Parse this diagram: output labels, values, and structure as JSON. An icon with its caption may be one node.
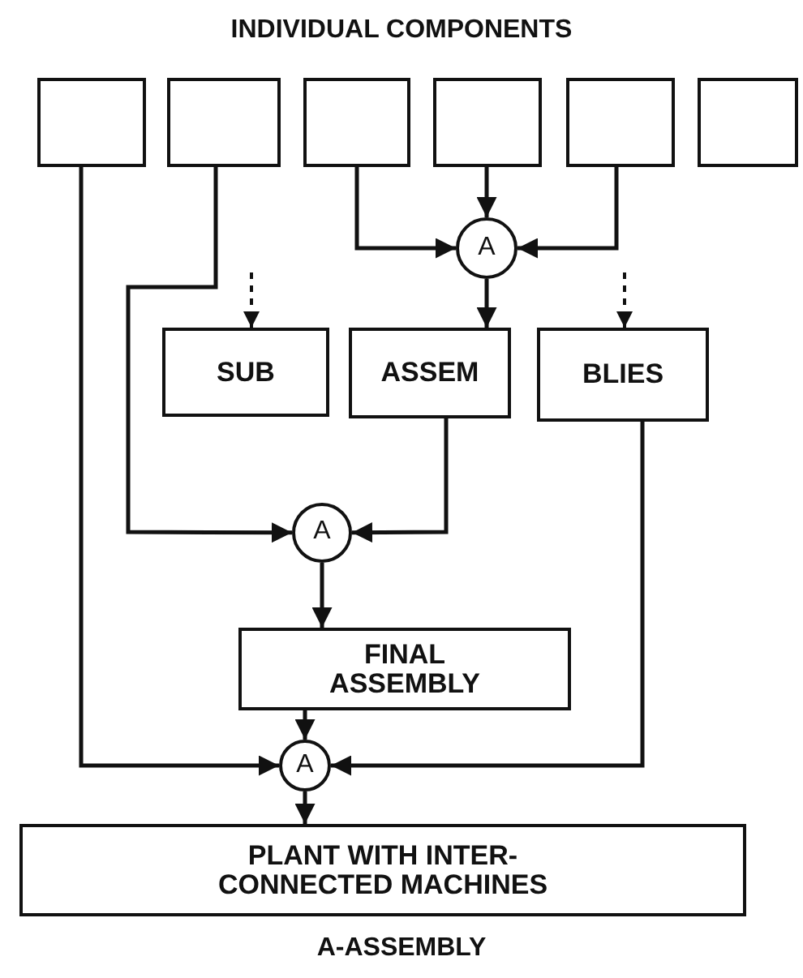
{
  "diagram": {
    "title": "INDIVIDUAL COMPONENTS",
    "caption": "A-ASSEMBLY",
    "nodes": [
      {
        "text": [],
        "shape": "box"
      },
      {
        "text": [],
        "shape": "box"
      },
      {
        "text": [],
        "shape": "box"
      },
      {
        "text": [],
        "shape": "box"
      },
      {
        "text": [],
        "shape": "box"
      },
      {
        "text": [],
        "shape": "box"
      },
      {
        "text": [
          "A"
        ]
      },
      {
        "text": [
          "SUB"
        ]
      },
      {
        "text": [
          "ASSEM"
        ]
      },
      {
        "text": [
          "BLIES"
        ]
      },
      {
        "text": [
          "A"
        ]
      },
      {
        "text": [
          "FINAL ASSEMBLY"
        ]
      },
      {
        "text": [
          "A"
        ]
      },
      {
        "text": [
          "PLANT WITH INTER- CONNECTED MACHINES"
        ]
      }
    ],
    "edges": [
      {
        "from": 2,
        "to": 6,
        "arrow": "to"
      },
      {
        "from": 3,
        "to": 6,
        "arrow": "to"
      },
      {
        "from": 4,
        "to": 6,
        "arrow": "to"
      },
      {
        "from": 6,
        "to": 8,
        "arrow": "to"
      },
      {
        "from": null,
        "to": 7,
        "arrow": "to",
        "style": "dashed"
      },
      {
        "from": null,
        "to": 9,
        "arrow": "to",
        "style": "dashed"
      },
      {
        "from": 1,
        "to": 10,
        "arrow": "to"
      },
      {
        "from": 8,
        "to": 10,
        "arrow": "to"
      },
      {
        "from": 10,
        "to": 11,
        "arrow": "to"
      },
      {
        "from": 0,
        "to": 12,
        "arrow": "to"
      },
      {
        "from": 11,
        "to": 12,
        "arrow": "to"
      },
      {
        "from": 9,
        "to": 12,
        "arrow": "to"
      },
      {
        "from": 12,
        "to": 13,
        "arrow": "to"
      }
    ]
  }
}
